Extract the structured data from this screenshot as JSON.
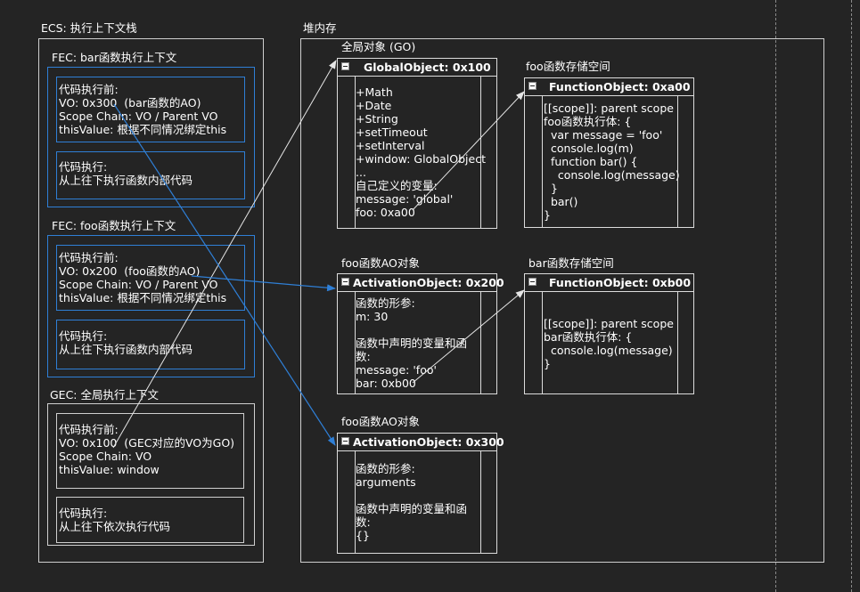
{
  "ecs": {
    "title": "ECS: 执行上下文栈",
    "fec_bar": {
      "title": "FEC: bar函数执行上下文",
      "before": "代码执行前:\nVO: 0x300  (bar函数的AO)\nScope Chain: VO / Parent VO\nthisValue: 根据不同情况绑定this",
      "exec": "代码执行:\n从上往下执行函数内部代码"
    },
    "fec_foo": {
      "title": "FEC: foo函数执行上下文",
      "before": "代码执行前:\nVO: 0x200  (foo函数的AO)\nScope Chain: VO / Parent VO\nthisValue: 根据不同情况绑定this",
      "exec": "代码执行:\n从上往下执行函数内部代码"
    },
    "gec": {
      "title": "GEC: 全局执行上下文",
      "before": "代码执行前:\nVO: 0x100  (GEC对应的VO为GO)\nScope Chain: VO\nthisValue: window",
      "exec": "代码执行:\n从上往下依次执行代码"
    }
  },
  "heap": {
    "title": "堆内存",
    "go": {
      "caption": "全局对象 (GO)",
      "header": "GlobalObject: 0x100",
      "body": "+Math\n+Date\n+String\n+setTimeout\n+setInterval\n+window: GlobalObject\n...\n自己定义的变量:\nmessage: 'global'\nfoo: 0xa00"
    },
    "foo_fn": {
      "caption": "foo函数存储空间",
      "header": "FunctionObject: 0xa00",
      "body": "[[scope]]: parent scope\nfoo函数执行体: {\n  var message = 'foo'\n  console.log(m)\n  function bar() {\n    console.log(message)\n  }\n  bar()\n}"
    },
    "foo_ao": {
      "caption": "foo函数AO对象",
      "header": "ActivationObject: 0x200",
      "body": "函数的形参:\nm: 30\n\n函数中声明的变量和函\n数:\nmessage: 'foo'\nbar: 0xb00"
    },
    "bar_fn": {
      "caption": "bar函数存储空间",
      "header": "FunctionObject: 0xb00",
      "body": "[[scope]]: parent scope\nbar函数执行体: {\n  console.log(message)\n}"
    },
    "bar_ao": {
      "caption": "foo函数AO对象",
      "header": "ActivationObject: 0x300",
      "body": "函数的形参:\narguments\n\n函数中声明的变量和函\n数:\n{}"
    }
  },
  "colors": {
    "background": "#242424",
    "frame": "#cfcfcf",
    "blue_frame": "#2f7fd6",
    "arrow_white": "#e6e6e6",
    "arrow_blue": "#2f7fd6"
  }
}
